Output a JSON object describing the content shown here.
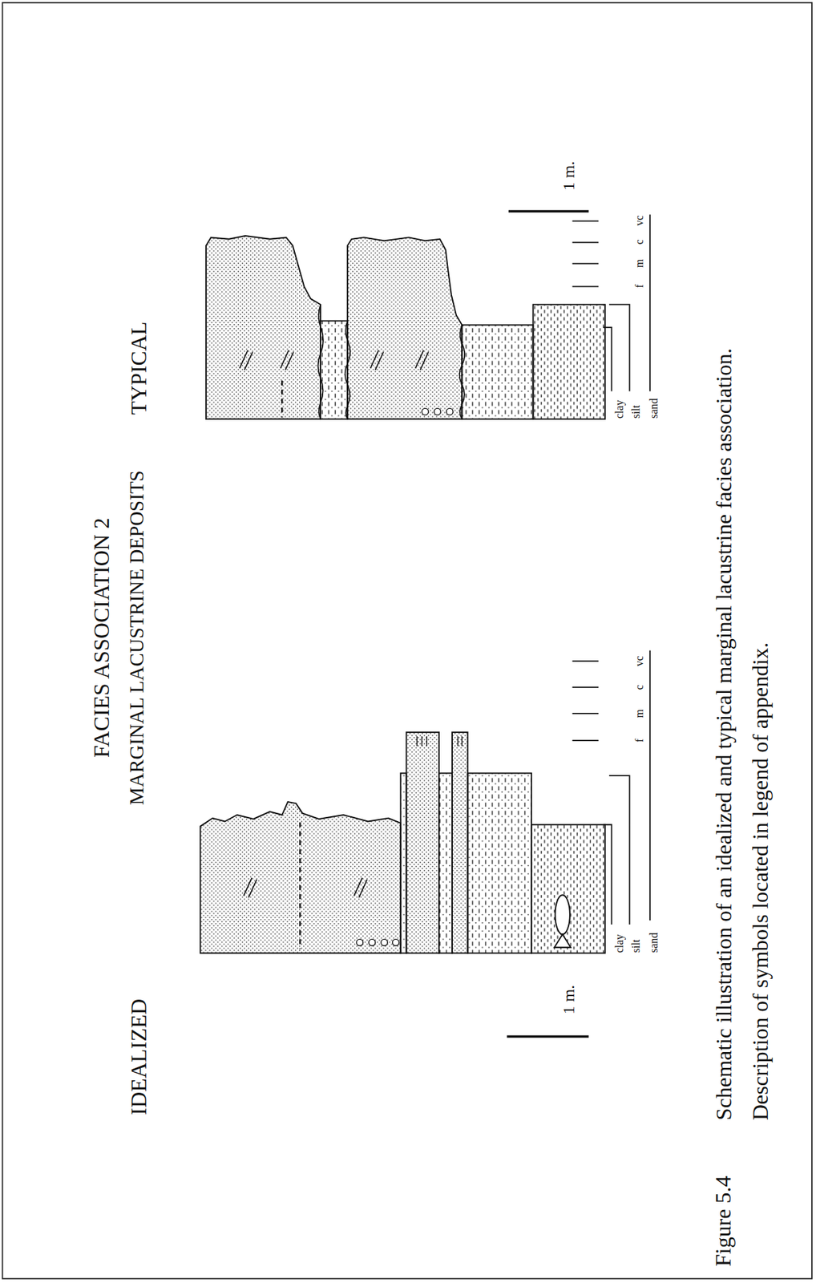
{
  "diagram": {
    "title": "FACIES ASSOCIATION 2 MARGINAL LACUSTRINE DEPOSITS",
    "caption": "Schematic illustration of an idealized and typical marginal lacustrine facies association. Description of symbols located in legend of appendix.",
    "labels": [
      "IDEALIZED",
      "TYPICAL",
      "1 m.",
      "1 m.",
      "clay",
      "silt",
      "sand",
      "f",
      "m",
      "c",
      "vc",
      "clay",
      "silt",
      "sand",
      "f",
      "m",
      "c",
      "vc",
      "Figure 5.4"
    ]
  }
}
